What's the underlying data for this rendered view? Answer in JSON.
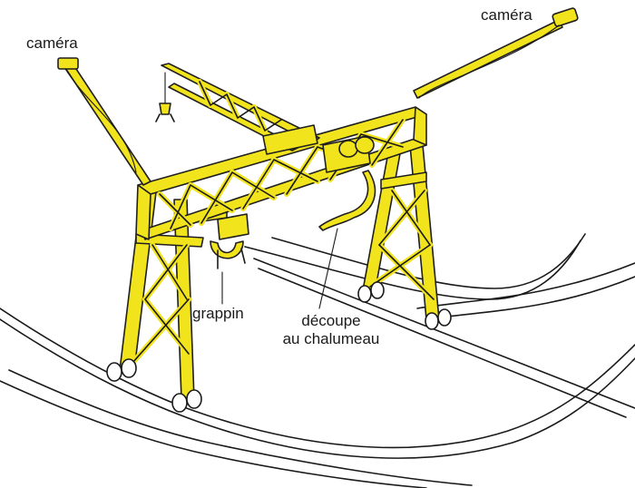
{
  "labels": {
    "camera_left": "caméra",
    "camera_right": "caméra",
    "grappin": "grappin",
    "decoupe_line1": "découpe",
    "decoupe_line2": "au chalumeau"
  },
  "colors": {
    "crane": "#f2e41c",
    "ink": "#1a1a1a",
    "background": "#ffffff"
  }
}
